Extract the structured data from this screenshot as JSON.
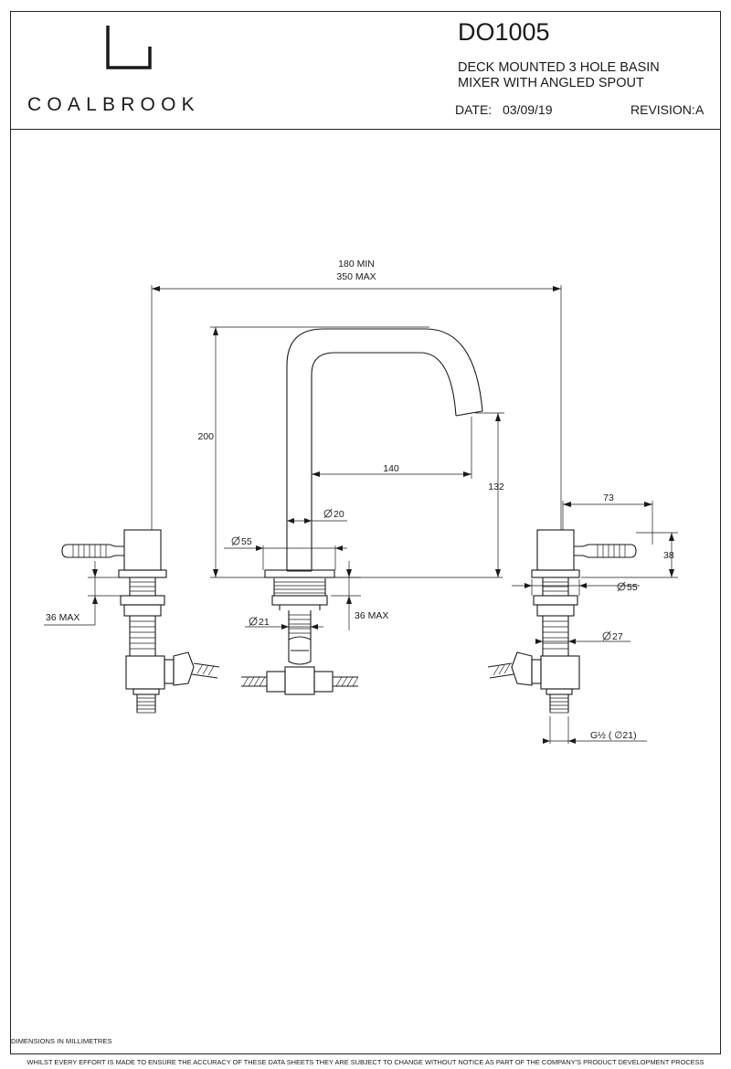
{
  "header": {
    "brand": "COALBROOK",
    "product_code": "DO1005",
    "product_title": "DECK MOUNTED 3 HOLE BASIN MIXER WITH ANGLED SPOUT",
    "date_label": "DATE:",
    "date_value": "03/09/19",
    "revision_label": "REVISION:",
    "revision_value": "A"
  },
  "dimensions": {
    "width_min": "180 MIN",
    "width_max": "350 MAX",
    "spout_height": "200",
    "spout_reach": "140",
    "spout_outlet_height": "132",
    "spout_diameter": "20",
    "base_diameter_spout": "55",
    "deck_thickness_left": "36 MAX",
    "deck_thickness_spout": "36 MAX",
    "shank_diameter_spout": "21",
    "handle_length": "73",
    "handle_height": "38",
    "base_diameter_valve": "55",
    "shank_diameter_valve": "27",
    "inlet_thread": "G½ ( ∅21)"
  },
  "footer": {
    "dimensions_note": "DIMENSIONS IN MILLIMETRES",
    "disclaimer": "WHILST EVERY EFFORT IS MADE TO ENSURE THE ACCURACY OF THESE DATA SHEETS THEY ARE SUBJECT TO CHANGE WITHOUT NOTICE AS PART OF THE COMPANY'S PRODUCT DEVELOPMENT PROCESS"
  },
  "colors": {
    "ink": "#1a1a1a",
    "paper": "#ffffff"
  }
}
